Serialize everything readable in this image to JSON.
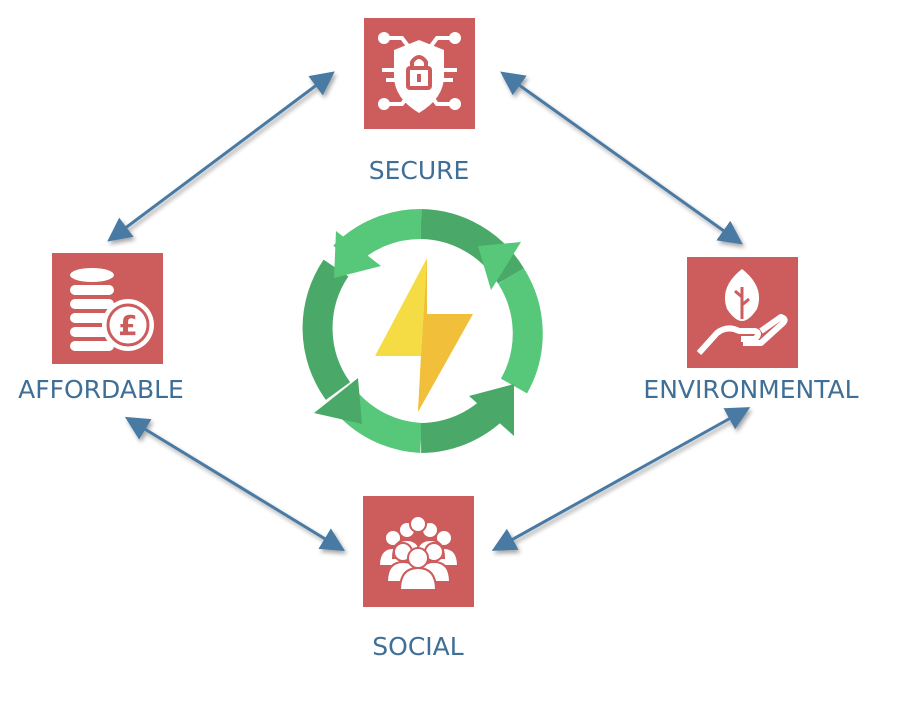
{
  "nodes": {
    "secure": {
      "label": "SECURE",
      "icon": "shield-lock-circuit-icon"
    },
    "affordable": {
      "label": "AFFORDABLE",
      "icon": "coins-pound-icon"
    },
    "environmental": {
      "label": "ENVIRONMENTAL",
      "icon": "hand-leaf-icon"
    },
    "social": {
      "label": "SOCIAL",
      "icon": "people-group-icon"
    }
  },
  "center": {
    "icon": "renewable-energy-cycle-icon"
  },
  "edges": [
    {
      "from": "secure",
      "to": "affordable",
      "type": "bidirectional"
    },
    {
      "from": "secure",
      "to": "environmental",
      "type": "bidirectional"
    },
    {
      "from": "affordable",
      "to": "social",
      "type": "bidirectional"
    },
    {
      "from": "environmental",
      "to": "social",
      "type": "bidirectional"
    }
  ],
  "colors": {
    "box": "#cd5c5c",
    "text": "#3f6f96",
    "arrow": "#4a7aa3",
    "green_light": "#57c77a",
    "green_dark": "#4aa968",
    "bolt_light": "#f5dc45",
    "bolt_dark": "#f2bf3b"
  }
}
